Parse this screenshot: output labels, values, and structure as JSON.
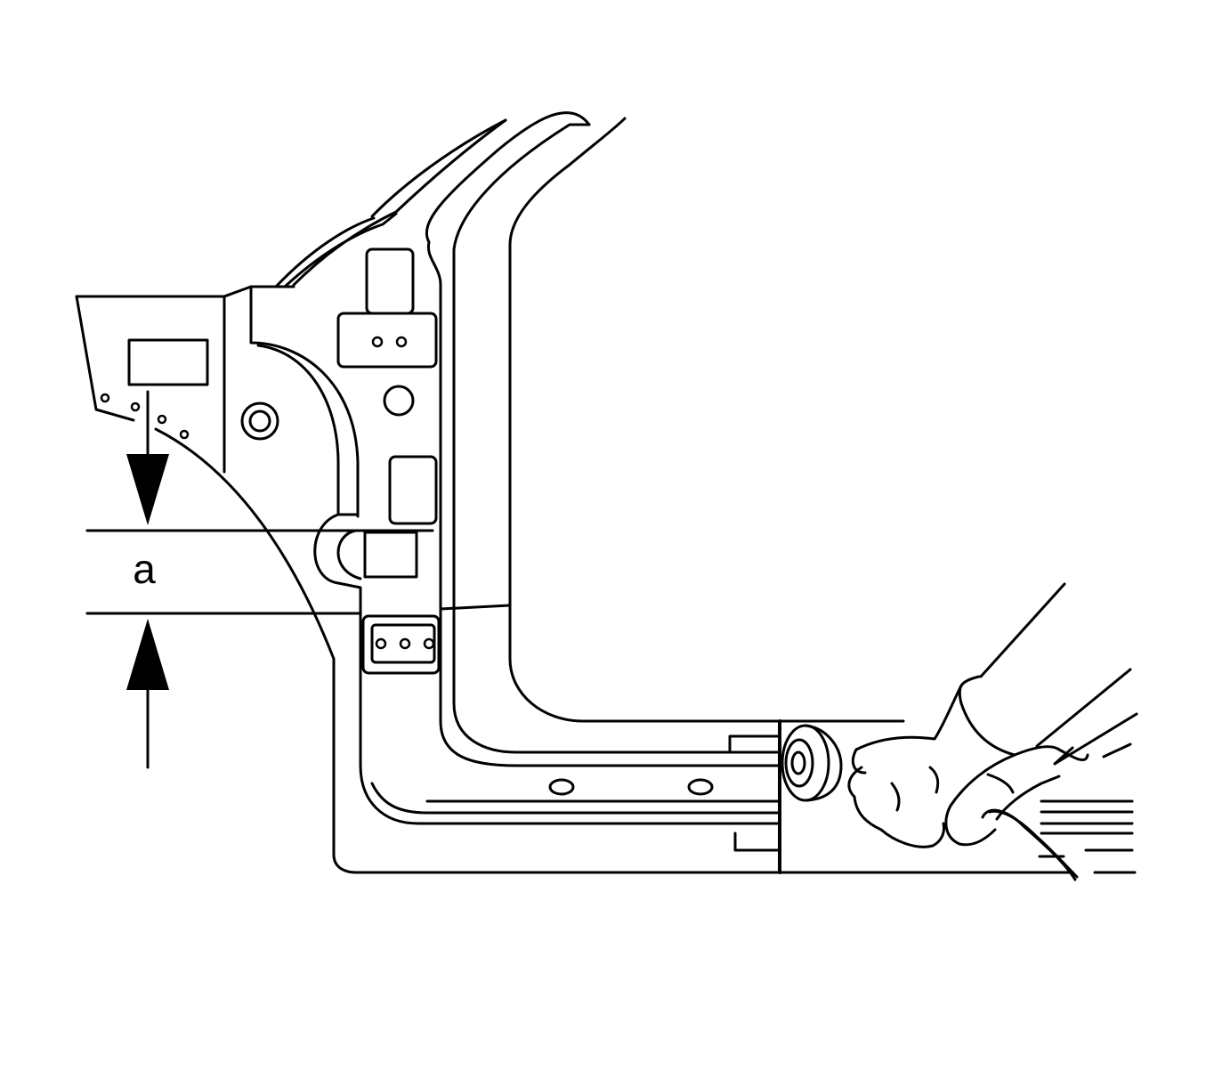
{
  "diagram": {
    "dimension_label": "a",
    "colors": {
      "line": "#000000",
      "background": "#ffffff"
    },
    "components": [
      "hinge-pillar-panel",
      "door-opening-flange",
      "rocker-panel",
      "measurement-arrow-top",
      "measurement-arrow-bottom",
      "cut-line-top",
      "cut-line-bottom",
      "hand-holding-grinder",
      "grinder-wheel",
      "air-hose"
    ]
  }
}
